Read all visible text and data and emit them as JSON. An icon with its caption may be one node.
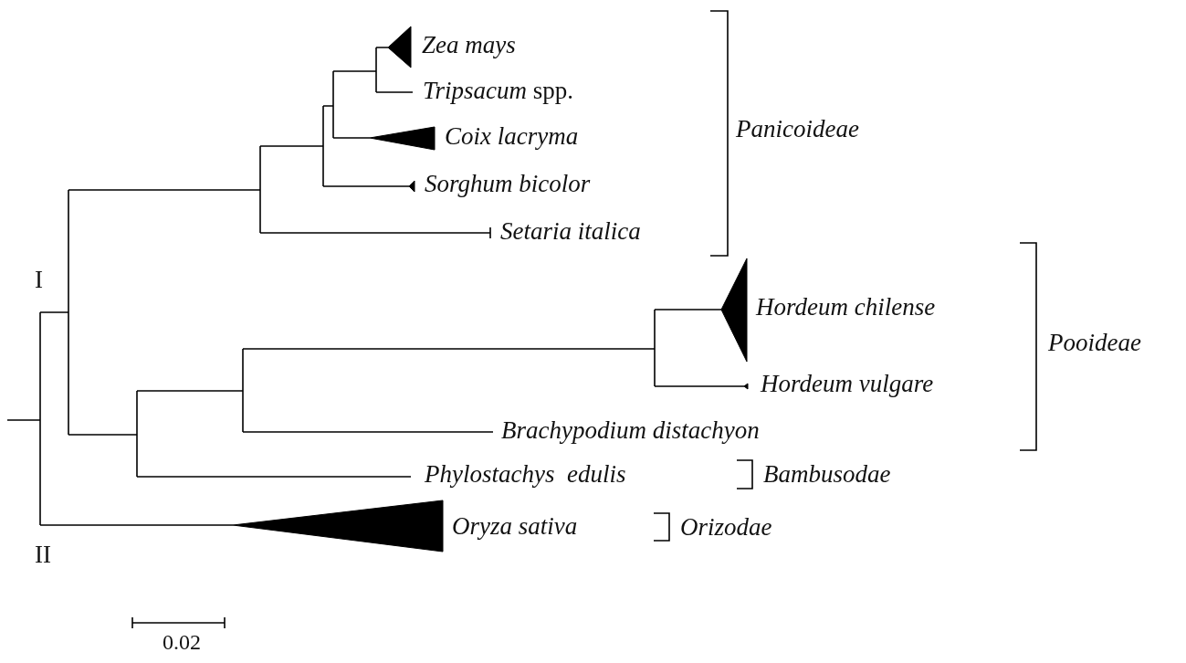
{
  "diagram": {
    "labels": [
      "Zea mays",
      "*Tripsacum* spp.",
      "Coix lacryma",
      "Panicoideae",
      "Sorghum bicolor",
      "Setaria italica",
      "I",
      "Hordeum chilense",
      "Pooideae",
      "Hordeum vulgare",
      "Brachypodium distachyon",
      "Phylostachys  edulis",
      "Bambusodae",
      "Oryza sativa",
      "Orizodae",
      "II",
      "0.02"
    ]
  }
}
